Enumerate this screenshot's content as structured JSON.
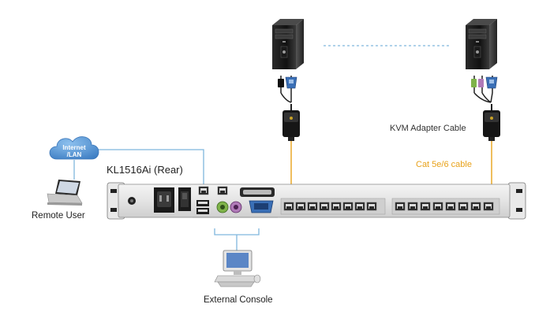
{
  "labels": {
    "device": "KL1516Ai (Rear)",
    "remote_user": "Remote User",
    "external_console": "External Console",
    "kvm_adapter": "KVM Adapter Cable",
    "cat_cable": "Cat 5e/6 cable",
    "cloud_line1": "Internet",
    "cloud_line2": "/LAN"
  },
  "colors": {
    "cat_cable": "#e8a21a",
    "network_line": "#7fb6dd",
    "cloud": "#4f8fd0",
    "chassis": "#e6e6e6"
  },
  "icons": {
    "server": "tower-server-icon",
    "laptop": "laptop-icon",
    "cloud": "cloud-icon",
    "console": "desktop-computer-icon",
    "adapter": "kvm-adapter-icon"
  }
}
